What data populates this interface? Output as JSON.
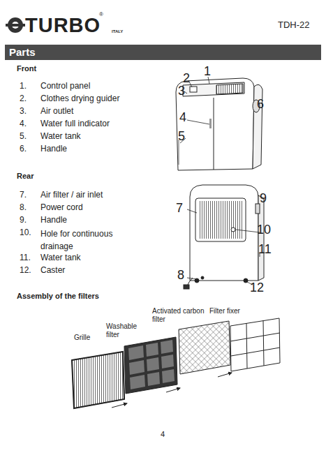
{
  "diagram": {
    "nodes": [
      {
        "text": [
          "Parts"
        ]
      }
    ],
    "labels": [
      "TURBO",
      "®",
      "ITALY",
      "TDH-22",
      "Front",
      "1.",
      "Control panel",
      "2.",
      "Clothes drying guider",
      "3.",
      "Air outlet",
      "4.",
      "Water full indicator",
      "5.",
      "Water tank",
      "6.",
      "Handle",
      "1",
      "2",
      "3",
      "4",
      "5",
      "6",
      "Rear",
      "7.",
      "Air filter / air inlet",
      "8.",
      "Power cord",
      "9.",
      "Handle",
      "10.",
      "Hole for continuous drainage",
      "11.",
      "Water tank",
      "12.",
      "Caster",
      "7",
      "8",
      "9",
      "10",
      "11",
      "12",
      "Assembly of the filters",
      "Grille",
      "Washable filter",
      "Activated carbon filter",
      "Filter fixer",
      "4"
    ]
  }
}
